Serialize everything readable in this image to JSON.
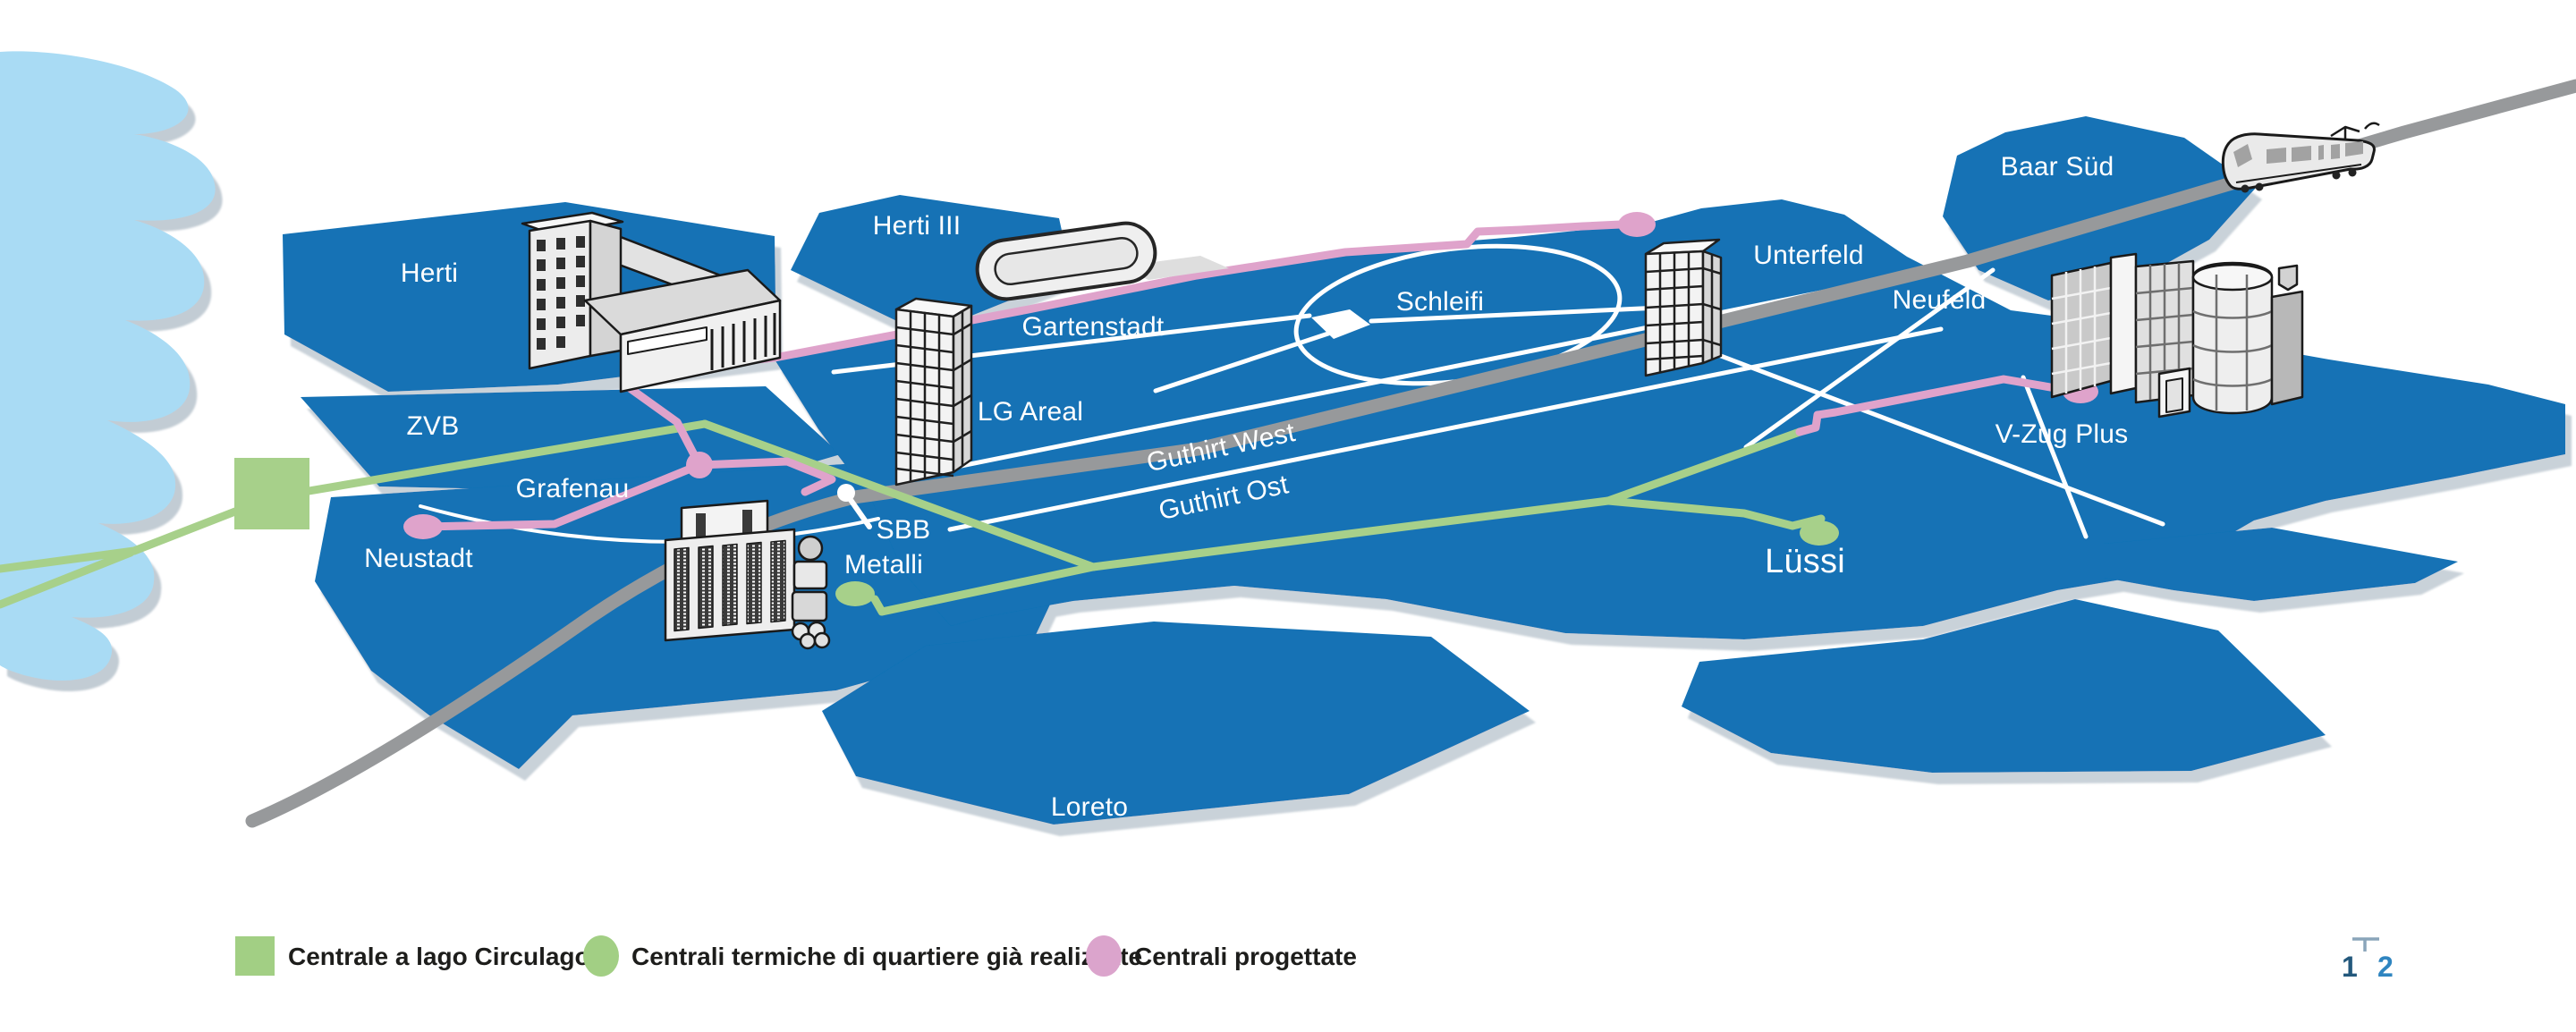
{
  "labels": {
    "herti": "Herti",
    "herti_iii": "Herti III",
    "zvb": "ZVB",
    "grafenau": "Grafenau",
    "neustadt": "Neustadt",
    "gartenstadt": "Gartenstadt",
    "lg_areal": "LG Areal",
    "sbb": "SBB",
    "metalli": "Metalli",
    "schleifi": "Schleifi",
    "guthirt_west": "Guthirt West",
    "guthirt_ost": "Guthirt Ost",
    "unterfeld": "Unterfeld",
    "neufeld": "Neufeld",
    "baar_sued": "Baar Süd",
    "v_zug_plus": "V-Zug Plus",
    "luessi": "Lüssi",
    "loreto": "Loreto"
  },
  "legend": {
    "items": [
      {
        "swatch": "square",
        "color": "#a2cf84",
        "label": "Centrale a lago Circulago"
      },
      {
        "swatch": "circle",
        "color": "#a2cf84",
        "label": "Centrali termiche di quartiere già realizzate"
      },
      {
        "swatch": "circle",
        "color": "#dba4cc",
        "label": "Centrali progettate"
      }
    ]
  },
  "pagination": {
    "prev": "1",
    "next": "2"
  },
  "colors": {
    "district_blue": "#1272b5",
    "lake_blue": "#a9dbf4",
    "realized_green": "#a7d08a",
    "planned_pink": "#dfa3cb",
    "railway_gray": "#97999b",
    "shadow_gray": "#ccd4da"
  }
}
